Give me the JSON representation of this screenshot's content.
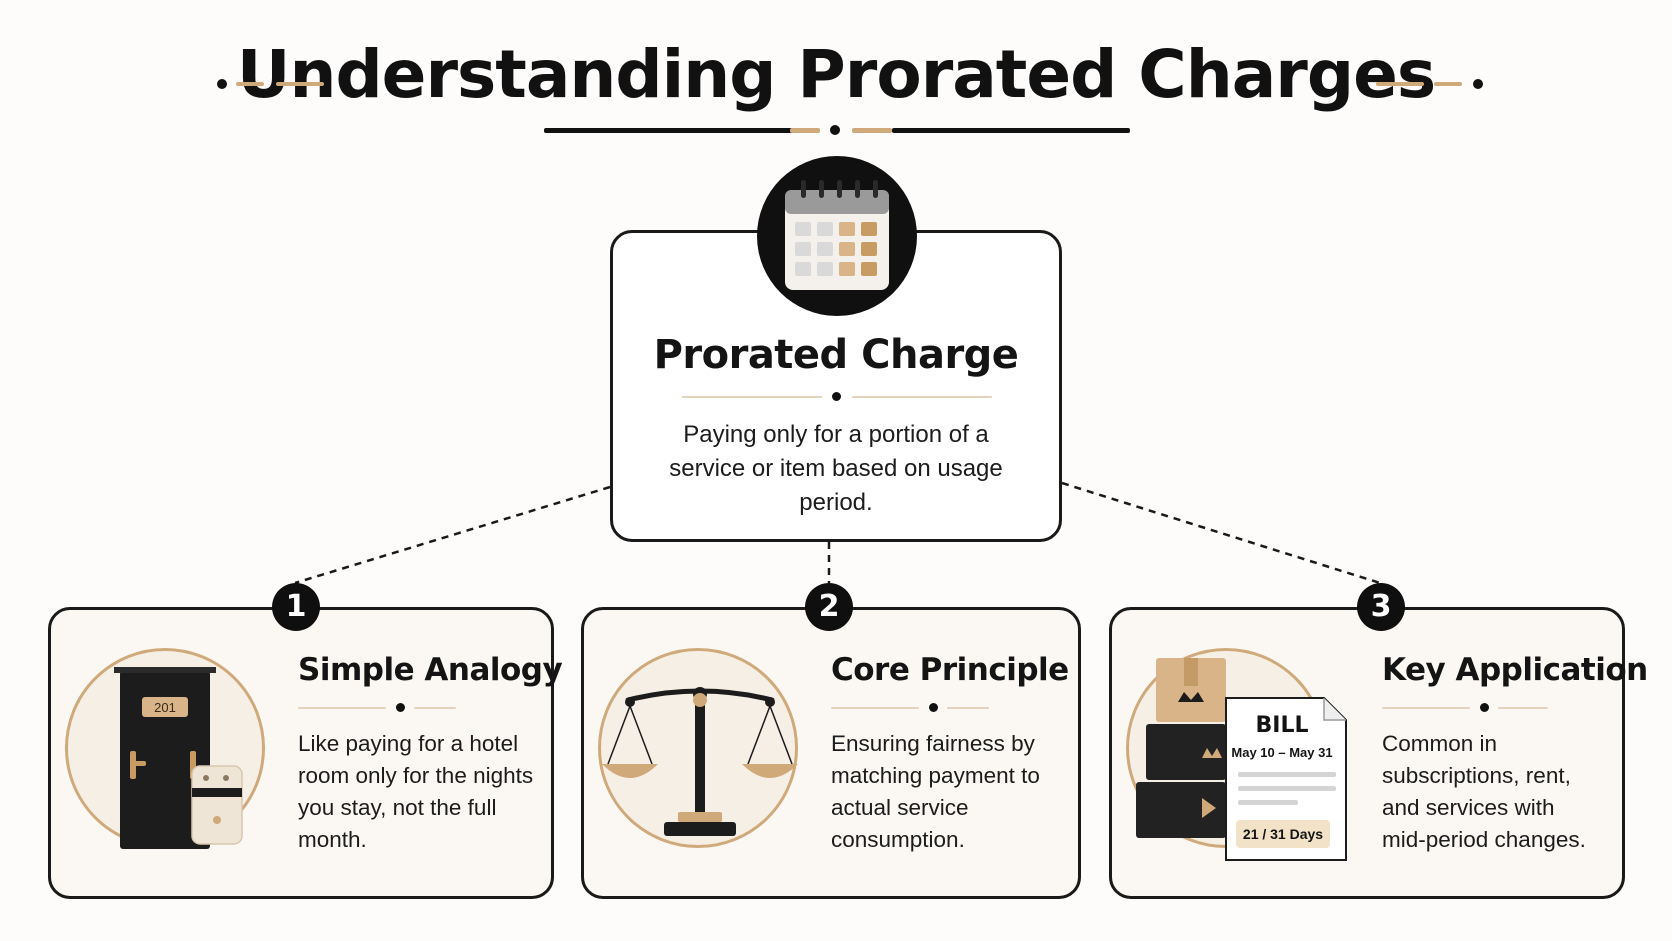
{
  "title": "Understanding Prorated Charges",
  "center": {
    "title": "Prorated Charge",
    "description": "Paying only for a portion of a service or item based on usage period."
  },
  "cards": [
    {
      "number": "1",
      "title": "Simple Analogy",
      "description": "Like paying for a hotel room only for the nights you stay, not the full month.",
      "room_number": "201"
    },
    {
      "number": "2",
      "title": "Core Principle",
      "description": "Ensuring fairness by matching payment to actual service consumption."
    },
    {
      "number": "3",
      "title": "Key Application",
      "description": "Common in subscriptions, rent, and services with mid-period changes.",
      "bill": {
        "heading": "BILL",
        "dates": "May 10 – May 31",
        "days": "21 / 31 Days"
      }
    }
  ],
  "icons": [
    "calendar-icon",
    "hotel-door-icon",
    "key-card-icon",
    "balance-scale-icon",
    "boxes-icon",
    "bill-icon"
  ],
  "colors": {
    "accent": "#cfa979",
    "dark": "#111111",
    "cream": "#fbf8f4"
  }
}
